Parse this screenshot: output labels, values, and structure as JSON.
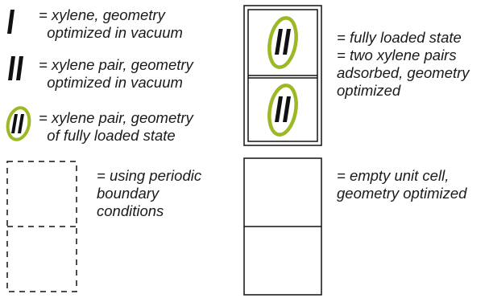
{
  "legend": {
    "single": "= xylene, geometry\n  optimized in vacuum",
    "pair": "= xylene pair, geometry\n  optimized in vacuum",
    "pair_loaded": "= xylene pair, geometry\n  of fully loaded state",
    "periodic": "= using periodic\nboundary\nconditions",
    "fully_loaded": "= fully loaded state\n= two xylene pairs\nadsorbed, geometry\noptimized",
    "empty_cell": "= empty unit cell,\ngeometry optimized"
  },
  "colors": {
    "ellipse_stroke": "#9bb825",
    "ink": "#111111"
  },
  "icons": {
    "single": "single-xylene-icon",
    "pair": "xylene-pair-icon",
    "pair_loaded": "xylene-pair-ellipse-icon",
    "periodic": "dashed-unit-cell-icon",
    "fully_loaded": "double-bordered-loaded-cell-icon",
    "empty_cell": "empty-unit-cell-icon"
  }
}
